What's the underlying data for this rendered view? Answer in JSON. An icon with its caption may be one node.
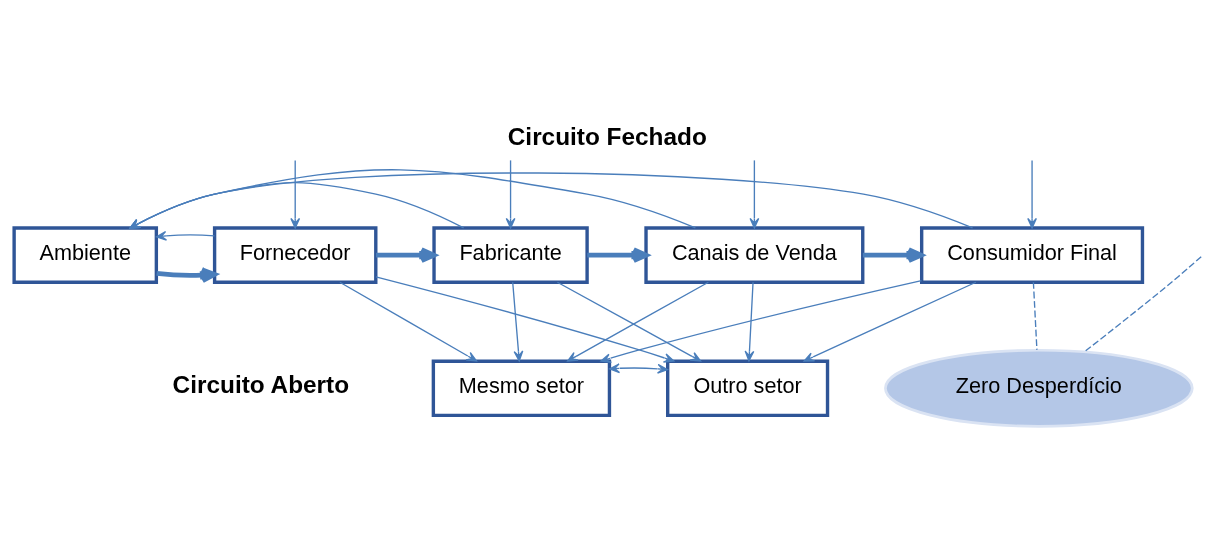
{
  "diagram": {
    "title": "Circuito Fechado",
    "nodes": [
      {
        "text": [
          "Ambiente"
        ]
      },
      {
        "text": [
          "Fornecedor"
        ]
      },
      {
        "text": [
          "Fabricante"
        ]
      },
      {
        "text": [
          "Canais de Venda"
        ]
      },
      {
        "text": [
          "Consumidor Final"
        ]
      },
      {
        "text": [
          "Mesmo setor"
        ]
      },
      {
        "text": [
          "Outro setor"
        ]
      },
      {
        "text": [
          "Zero Desperdício"
        ]
      }
    ],
    "edges": [
      {
        "from": 0,
        "to": 1,
        "arrow": "to",
        "style": "thick"
      },
      {
        "from": 1,
        "to": 2,
        "arrow": "to",
        "style": "thick"
      },
      {
        "from": 2,
        "to": 3,
        "arrow": "to",
        "style": "thick"
      },
      {
        "from": 3,
        "to": 4,
        "arrow": "to",
        "style": "thick"
      },
      {
        "from": null,
        "to": 1,
        "arrow": "to"
      },
      {
        "from": null,
        "to": 2,
        "arrow": "to"
      },
      {
        "from": null,
        "to": 3,
        "arrow": "to"
      },
      {
        "from": null,
        "to": 4,
        "arrow": "to"
      },
      {
        "from": 1,
        "to": 0,
        "arrow": "to"
      },
      {
        "from": 2,
        "to": 0,
        "arrow": "to"
      },
      {
        "from": 3,
        "to": 0,
        "arrow": "to"
      },
      {
        "from": 4,
        "to": 0,
        "arrow": "to"
      },
      {
        "from": 1,
        "to": 5,
        "arrow": "to"
      },
      {
        "from": 2,
        "to": 5,
        "arrow": "to"
      },
      {
        "from": 3,
        "to": 5,
        "arrow": "to"
      },
      {
        "from": 4,
        "to": 5,
        "arrow": "to"
      },
      {
        "from": 1,
        "to": 6,
        "arrow": "to"
      },
      {
        "from": 2,
        "to": 6,
        "arrow": "to"
      },
      {
        "from": 3,
        "to": 6,
        "arrow": "to"
      },
      {
        "from": 4,
        "to": 6,
        "arrow": "to"
      },
      {
        "from": 5,
        "to": 6,
        "arrow": "both"
      },
      {
        "from": null,
        "to": 7,
        "arrow": "none",
        "style": "dashed"
      },
      {
        "from": 4,
        "to": 7,
        "arrow": "none",
        "style": "dashed"
      }
    ],
    "labels": [
      "Circuito Aberto"
    ]
  }
}
